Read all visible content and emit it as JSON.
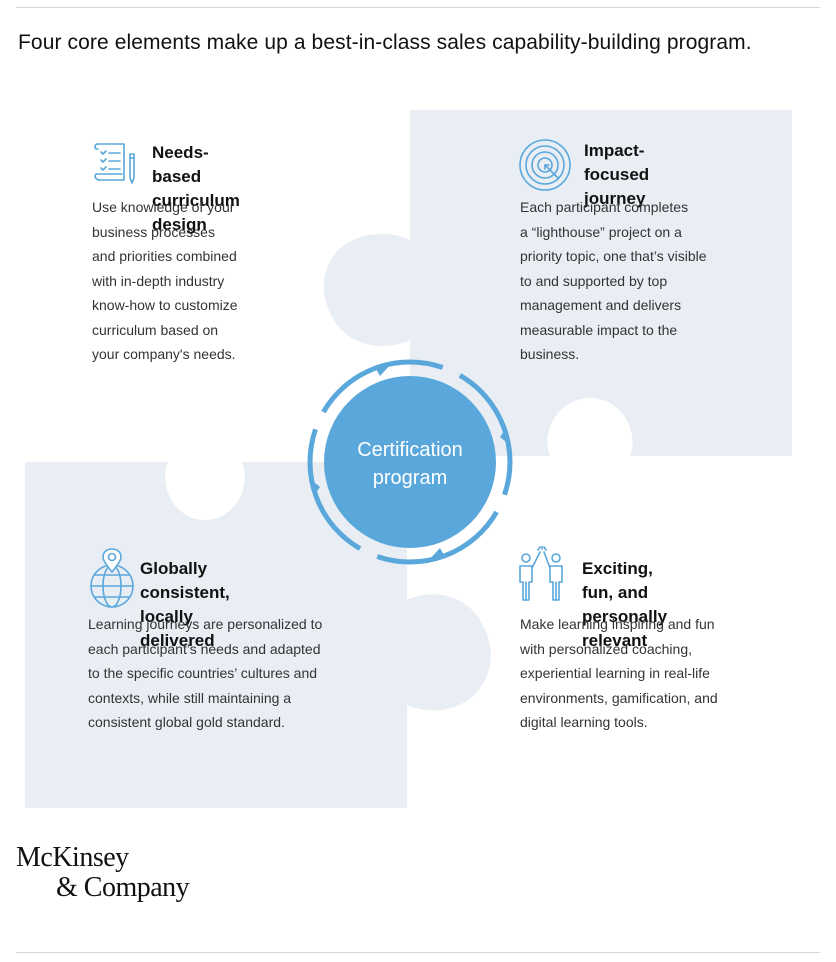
{
  "title": "Four core elements make up a best-in-class sales capability-building program.",
  "center": {
    "line1": "Certification",
    "line2": "program"
  },
  "elements": [
    {
      "heading_line1": "Needs-based",
      "heading_line2": "curriculum design",
      "icon": "checklist-scroll-icon",
      "body": [
        "Use knowledge of your",
        "business processes",
        "and priorities combined",
        "with in-depth industry",
        "know-how to customize",
        "curriculum based on",
        "your company's needs."
      ]
    },
    {
      "heading_line1": "Impact-focused",
      "heading_line2": "journey",
      "icon": "target-icon",
      "body": [
        "Each participant completes",
        "a “lighthouse” project on a",
        "priority topic, one that’s visible",
        "to and supported by top",
        "management and delivers",
        "measurable impact to the",
        "business."
      ]
    },
    {
      "heading_line1": "Globally consistent,",
      "heading_line2": "locally delivered",
      "icon": "globe-pin-icon",
      "body": [
        "Learning journeys are personalized to",
        "each participant’s needs and adapted",
        "to the specific countries’ cultures and",
        "contexts, while still maintaining a",
        "consistent global gold standard."
      ]
    },
    {
      "heading_line1": "Exciting, fun, and",
      "heading_line2": "personally relevant",
      "icon": "high-five-icon",
      "body": [
        "Make learning inspiring and fun",
        "with personalized coaching,",
        "experiential learning in real-life",
        "environments, gamification, and",
        "digital learning tools."
      ]
    }
  ],
  "logo": {
    "line1": "McKinsey",
    "line2": "& Company"
  },
  "colors": {
    "puzzle": "#e9eef4",
    "accent": "#5aa7db",
    "text": "#222222"
  }
}
